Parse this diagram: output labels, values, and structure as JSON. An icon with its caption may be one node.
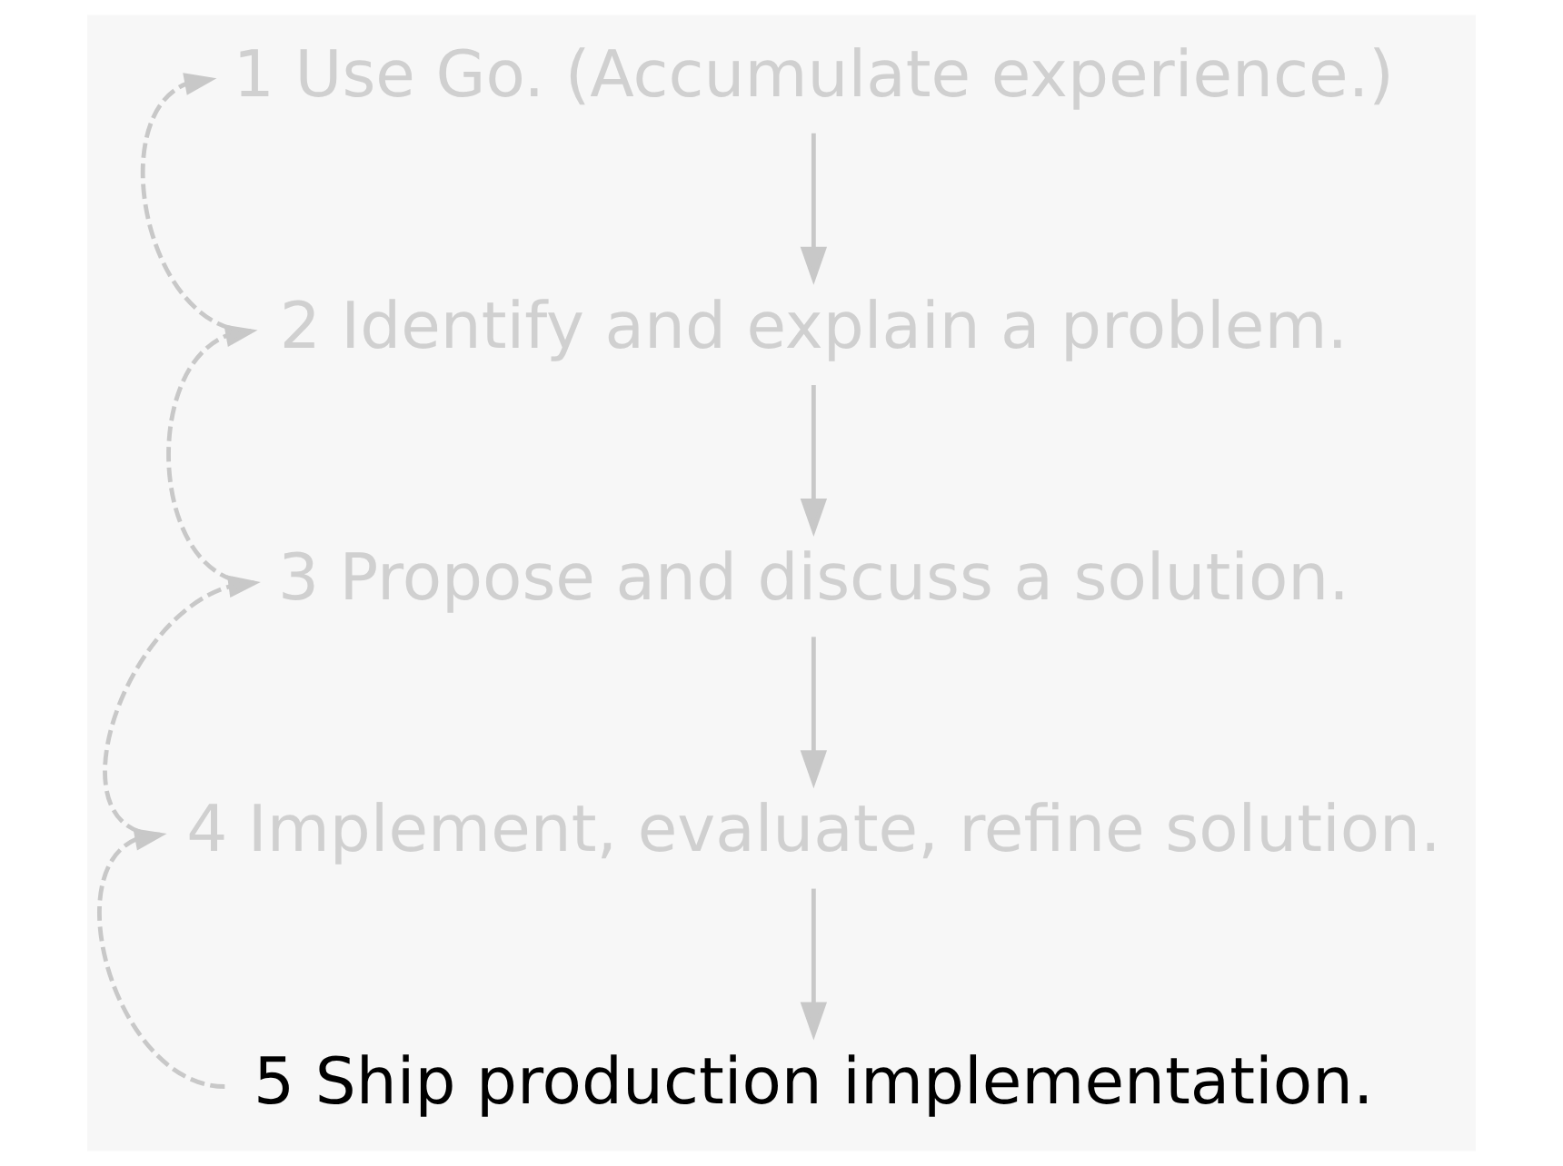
{
  "diagram": {
    "nodes": [
      {
        "text": [
          "1 Use Go. (Accumulate experience.)"
        ]
      },
      {
        "text": [
          "2 Identify and explain a problem."
        ]
      },
      {
        "text": [
          "3 Propose and discuss a solution."
        ]
      },
      {
        "text": [
          "4 Implement, evaluate, refine solution."
        ]
      },
      {
        "text": [
          "5 Ship production implementation."
        ]
      }
    ],
    "edges": [
      {
        "from": 0,
        "to": 1,
        "arrow": "to"
      },
      {
        "from": 1,
        "to": 2,
        "arrow": "to"
      },
      {
        "from": 2,
        "to": 3,
        "arrow": "to"
      },
      {
        "from": 3,
        "to": 4,
        "arrow": "to"
      },
      {
        "from": 1,
        "to": 0,
        "arrow": "to",
        "style": "dashed"
      },
      {
        "from": 2,
        "to": 1,
        "arrow": "to",
        "style": "dashed"
      },
      {
        "from": 3,
        "to": 2,
        "arrow": "to",
        "style": "dashed"
      },
      {
        "from": 4,
        "to": 3,
        "arrow": "to",
        "style": "dashed"
      }
    ]
  }
}
